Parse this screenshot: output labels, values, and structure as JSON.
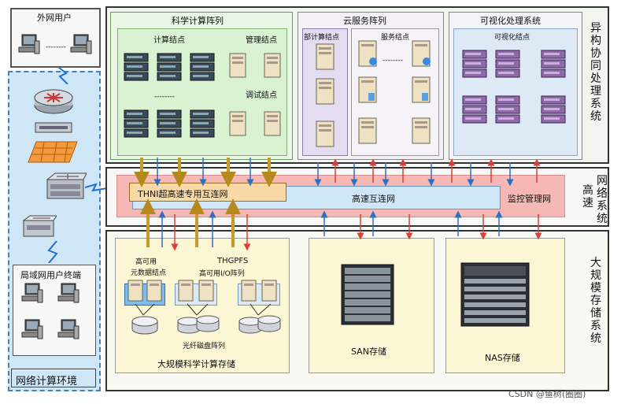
{
  "left": {
    "external_users": "外网用户",
    "dots": "--------",
    "lan_terminals": "局域网用户终端",
    "network_env": "网络计算环境"
  },
  "top": {
    "science_array": "科学计算阵列",
    "compute_nodes": "计算结点",
    "mgmt_nodes": "管理结点",
    "debug_nodes": "调试结点",
    "cloud_array": "云服务阵列",
    "deploy_nodes": "部计算结点",
    "service_nodes": "服务结点",
    "vis_system": "可视化处理系统",
    "vis_nodes": "可视化结点",
    "heterogeneous": "异构协同处理系统"
  },
  "middle": {
    "thni": "THNI超高速专用互连网",
    "hs_net": "高速互连网",
    "monitor_net": "监控管理网",
    "network_system": "高速网络系统"
  },
  "bottom": {
    "ha_meta": "高可用元数据结点",
    "thgpfs": "THGPFS",
    "ha_io": "高可用I/O阵列",
    "fiber_disk": "光纤磁盘阵列",
    "large_storage": "大规模科学计算存储",
    "san": "SAN存储",
    "nas": "NAS存储",
    "storage_system": "大规模存储系统"
  },
  "watermark": "CSDN @鱼树(圈圈)",
  "colors": {
    "outer_border": "#3a3a3a",
    "science_fill": "#d9f2d2",
    "cloud_fill": "#e4dcf0",
    "vis_fill": "#dde9f4",
    "lightblue_fill": "#cfe6f7",
    "pink_fill": "#f5b8b4",
    "yellow_fill": "#fbf6d3",
    "orange_fill": "#f9d9a6",
    "arrow_blue": "#2f6fc2",
    "arrow_red": "#d9403a",
    "arrow_thick": "#b58a1c"
  }
}
